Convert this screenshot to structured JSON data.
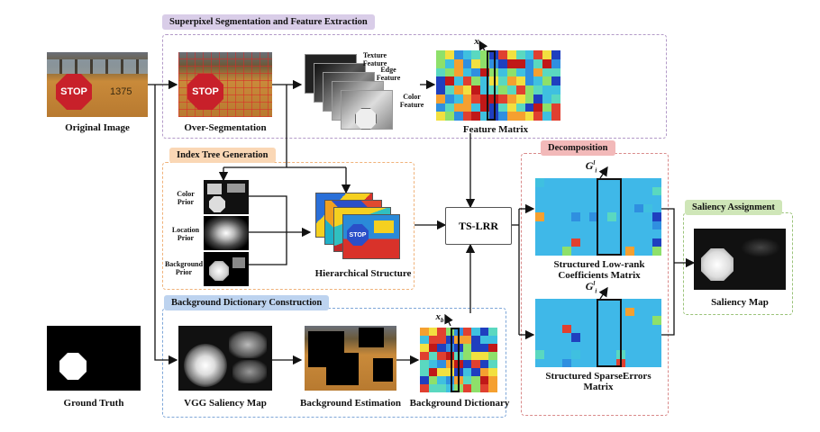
{
  "sections": {
    "superpixel": "Superpixel Segmentation and Feature Extraction",
    "index_tree": "Index Tree Generation",
    "background_dict": "Background Dictionary Construction",
    "decomposition": "Decomposition",
    "saliency_assignment": "Saliency Assignment"
  },
  "labels": {
    "original_image": "Original Image",
    "over_segmentation": "Over-Segmentation",
    "texture_feature": "Texture\nFeature",
    "edge_feature": "Edge\nFeature",
    "color_feature": "Color\nFeature",
    "feature_matrix": "Feature Matrix",
    "x_i": "x",
    "x_i_sub": "i",
    "color_prior": "Color\nPrior",
    "location_prior": "Location\nPrior",
    "background_prior": "Background\nPrior",
    "hierarchical_structure": "Hierarchical Structure",
    "ts_lrr": "TS-LRR",
    "g_i_top": "G",
    "g_i_sup": "l",
    "g_i_sub": "i",
    "low_rank": "Structured Low-rank\nCoefficients Matrix",
    "sparse_errors": "Structured SparseErrors\nMatrix",
    "saliency_map": "Saliency Map",
    "ground_truth": "Ground Truth",
    "vgg_saliency": "VGG Saliency Map",
    "background_estimation": "Background Estimation",
    "background_dictionary": "Background Dictionary",
    "x_b": "x",
    "x_b_sub": "b",
    "stop_text": "STOP",
    "bus_number": "1375"
  },
  "colors": {
    "superpixel_border": "#b39ac8",
    "superpixel_header": "#d9cde8",
    "index_border": "#f0b27a",
    "index_header": "#fad7b5",
    "background_border": "#7fa7d8",
    "background_header": "#bdd3ef",
    "decomp_border": "#d98a8a",
    "decomp_header": "#f2b9b9",
    "saliency_border": "#9bc37a",
    "saliency_header": "#cfe6b8"
  }
}
